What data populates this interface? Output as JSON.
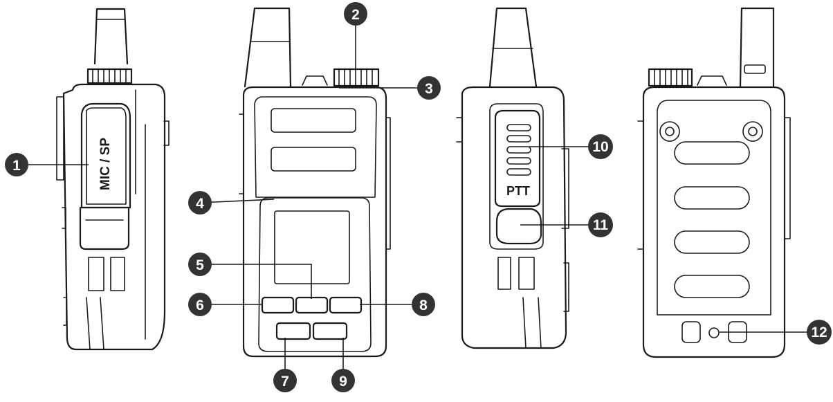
{
  "colors": {
    "line": "#1a1a1a",
    "badge": "#333333",
    "badge_text": "#ffffff",
    "background": "#ffffff"
  },
  "labels": {
    "mic_sp": "MIC / SP",
    "ptt": "PTT"
  },
  "callouts": [
    {
      "num": "1"
    },
    {
      "num": "2"
    },
    {
      "num": "3"
    },
    {
      "num": "4"
    },
    {
      "num": "5"
    },
    {
      "num": "6"
    },
    {
      "num": "7"
    },
    {
      "num": "8"
    },
    {
      "num": "9"
    },
    {
      "num": "10"
    },
    {
      "num": "11"
    },
    {
      "num": "12"
    }
  ]
}
